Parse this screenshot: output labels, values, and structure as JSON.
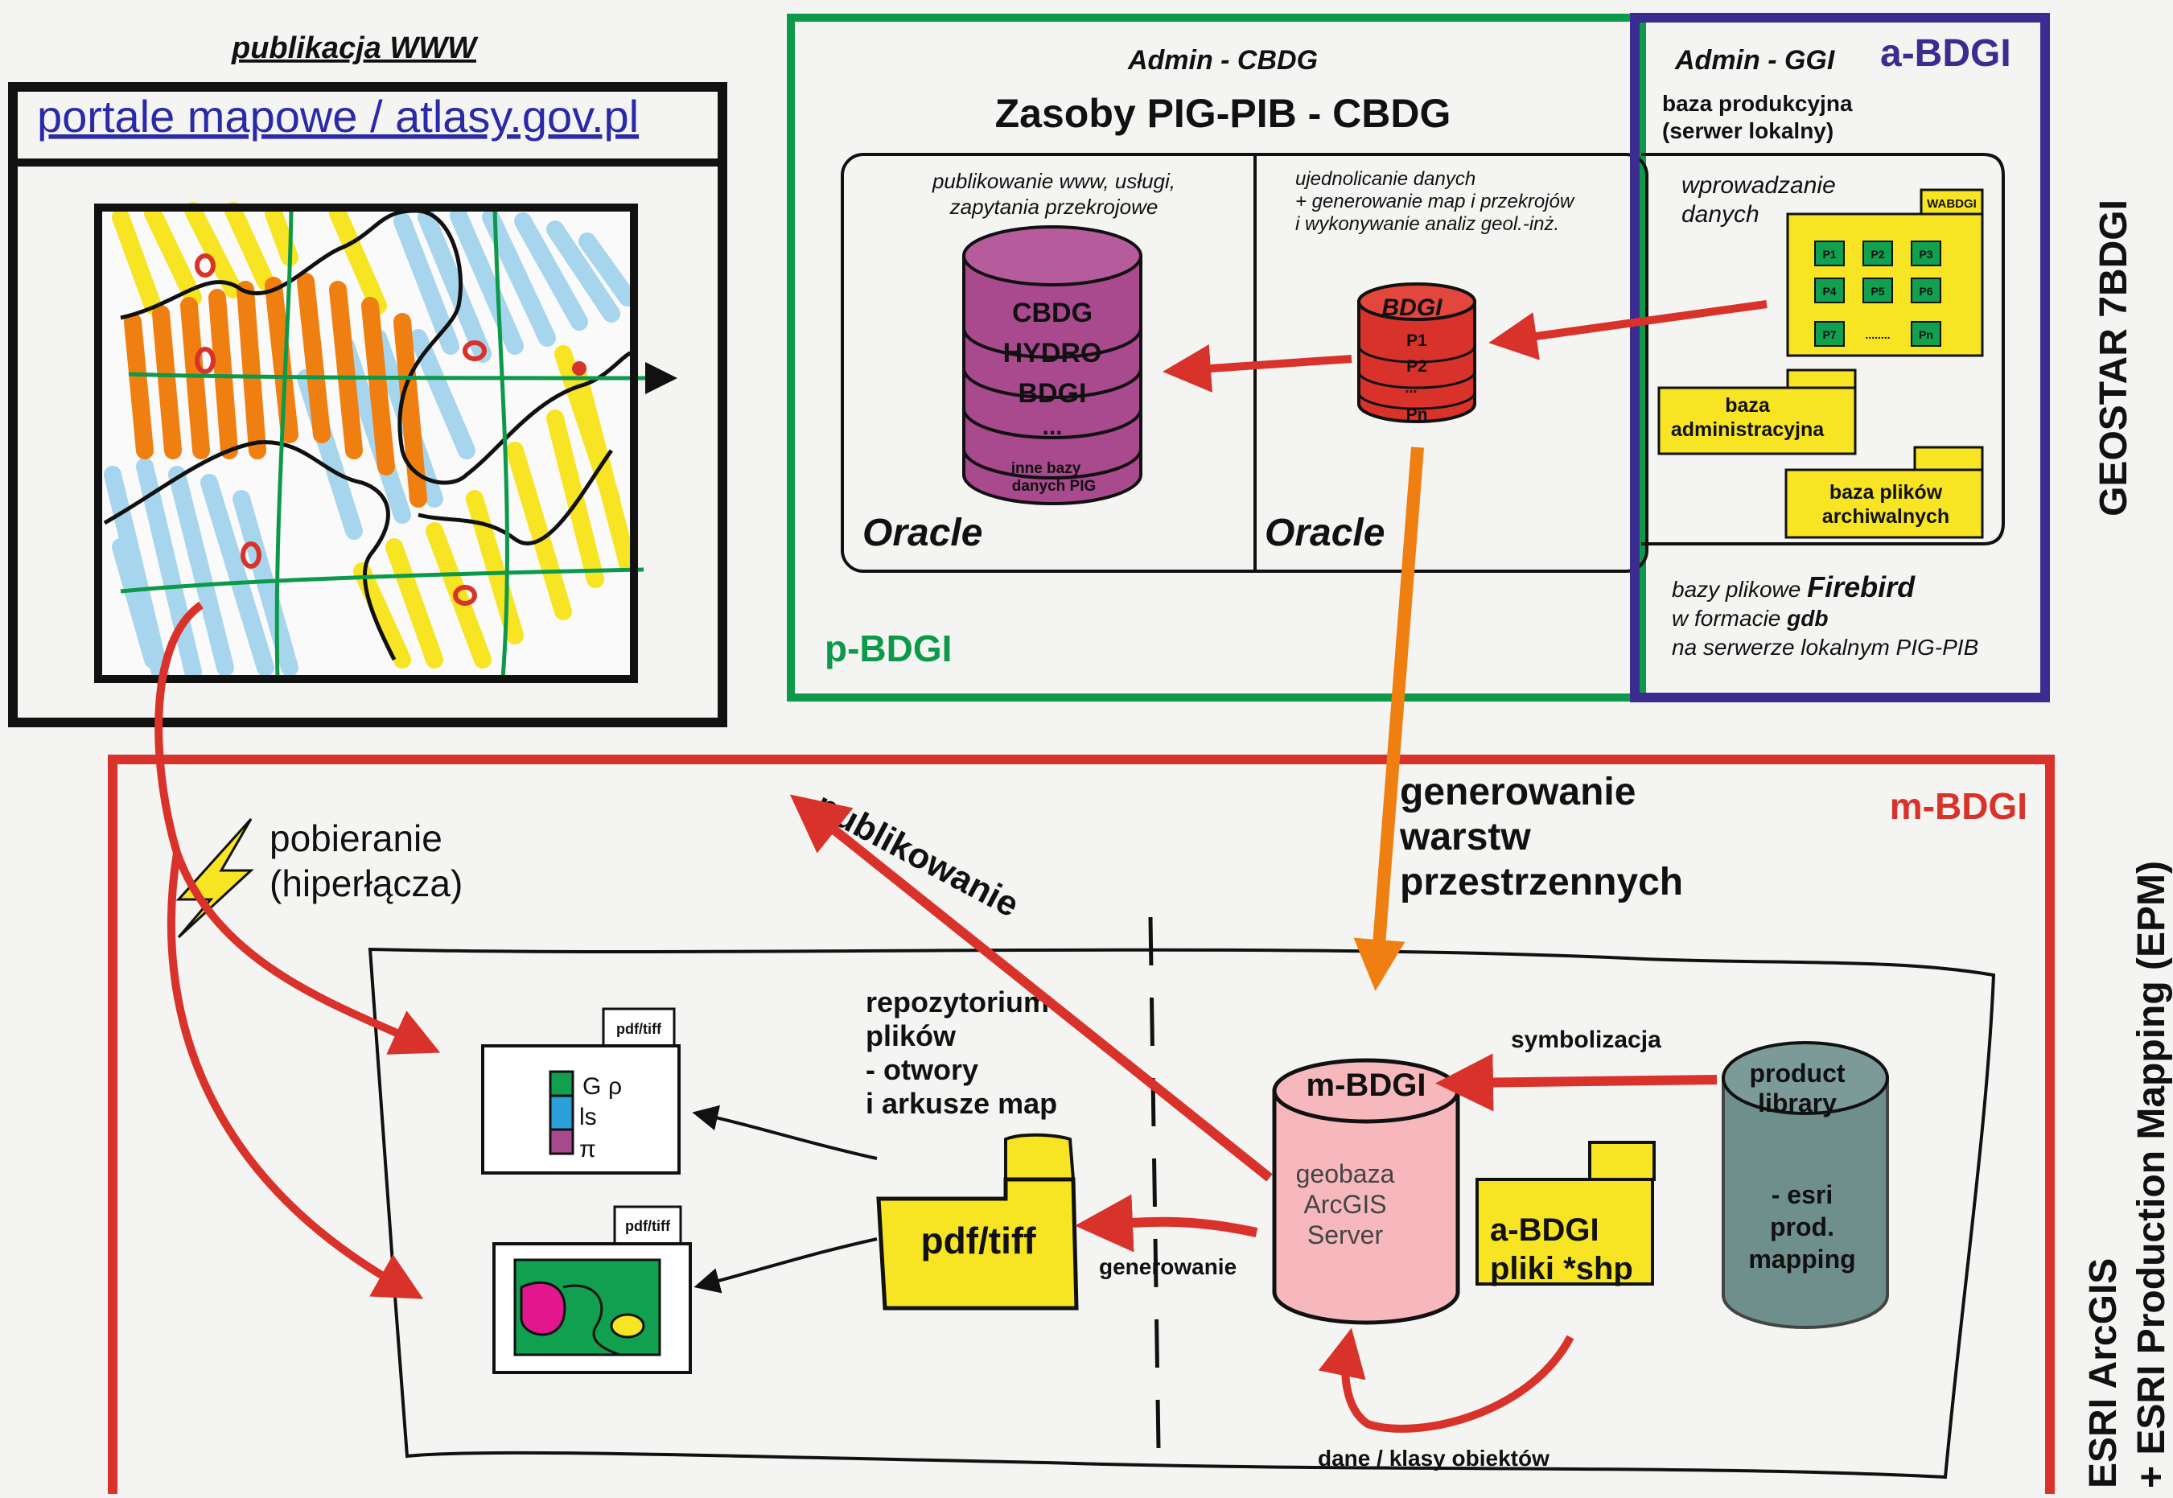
{
  "web": {
    "heading": "publikacja WWW",
    "portal_link": "portale mapowe / atlasy.gov.pl"
  },
  "cbdg": {
    "admin": "Admin - CBDG",
    "title": "Zasoby PIG-PIB - CBDG",
    "left_desc_1": "publikowanie www, usługi,",
    "left_desc_2": "zapytania przekrojowe",
    "db_items": [
      "CBDG",
      "HYDRO",
      "BDGI",
      "...",
      "inne bazy",
      "danych PIG"
    ],
    "oracle_left": "Oracle",
    "mid_desc_1": "ujednolicanie danych",
    "mid_desc_2": "+ generowanie map i przekrojów",
    "mid_desc_3": "i wykonywanie analiz geol.-inż.",
    "bdgi_db": [
      "BDGI",
      "P1",
      "P2",
      "...",
      "Pn"
    ],
    "oracle_mid": "Oracle",
    "label": "p-BDGI"
  },
  "ggi": {
    "admin": "Admin - GGI",
    "label": "a-BDGI",
    "prod_1": "baza produkcyjna",
    "prod_2": "(serwer lokalny)",
    "input_1": "wprowadzanie",
    "input_2": "danych",
    "wabdgi": "WABDGI",
    "p_boxes": [
      "P1",
      "P2",
      "P3",
      "P4",
      "P5",
      "P6",
      "P7",
      "........",
      "Pn"
    ],
    "admin_db_1": "baza",
    "admin_db_2": "administracyjna",
    "archive_1": "baza plików",
    "archive_2": "archiwalnych",
    "firebird_1a": "bazy plikowe ",
    "firebird_1b": "Firebird",
    "firebird_2a": "w formacie ",
    "firebird_2b": "gdb",
    "firebird_3": "na serwerze lokalnym PIG-PIB"
  },
  "side_top": "GEOSTAR 7BDGI",
  "side_bottom_1": "ESRI ArcGIS",
  "side_bottom_2": "+ ESRI Production Mapping (EPM)",
  "mbdgi": {
    "label": "m-BDGI",
    "gen_layers_1": "generowanie",
    "gen_layers_2": "warstw",
    "gen_layers_3": "przestrzennych",
    "publish": "publikowanie",
    "download_1": "pobieranie",
    "download_2": "(hiperłącza)",
    "repo_1": "repozytorium",
    "repo_2": "plików",
    "repo_3": "- otwory",
    "repo_4": "i arkusze map",
    "pdftiff_small": "pdf/tiff",
    "pdftiff_big": "pdf/tiff",
    "generate": "generowanie",
    "db_title": "m-BDGI",
    "db_desc_1": "geobaza",
    "db_desc_2": "ArcGIS",
    "db_desc_3": "Server",
    "symbolization": "symbolizacja",
    "product_1": "product",
    "product_2": "library",
    "product_3": "- esri",
    "product_4": "prod.",
    "product_5": "mapping",
    "shp_1": "a-BDGI",
    "shp_2": "pliki *shp",
    "data_classes": "dane / klasy obiektów",
    "thumb_letters": [
      "G",
      "ρ",
      "ls",
      "π"
    ]
  },
  "colors": {
    "green": "#0c9a4a",
    "purple": "#3a2c91",
    "red": "#d9322a",
    "orange": "#ef7f10",
    "yellow": "#f7e423",
    "db_purple": "#a84a8d",
    "pink": "#f6b8bd",
    "grey_green": "#6f8f8c"
  }
}
